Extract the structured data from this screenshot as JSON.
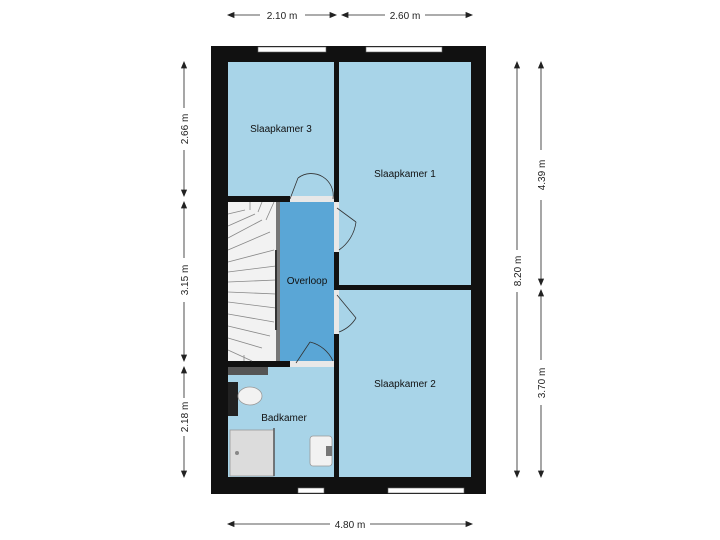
{
  "colors": {
    "wall": "#111111",
    "room_fill": "#a8d4e8",
    "hall_fill": "#5aa6d6",
    "window": "#ffffff",
    "dim_line": "#222222",
    "fixture": "#dcdcdc"
  },
  "rooms": {
    "slaapkamer3": "Slaapkamer 3",
    "slaapkamer1": "Slaapkamer 1",
    "slaapkamer2": "Slaapkamer 2",
    "overloop": "Overloop",
    "badkamer": "Badkamer"
  },
  "dimensions": {
    "top_left": "2.10 m",
    "top_right": "2.60 m",
    "bottom": "4.80 m",
    "left_top": "2.66 m",
    "left_mid": "3.15 m",
    "left_bottom": "2.18 m",
    "right_total": "8.20 m",
    "right_top": "4.39 m",
    "right_bottom": "3.70 m"
  },
  "icons": [
    "staircase-icon",
    "toilet-icon",
    "shower-icon",
    "sink-icon",
    "door-swing-icon",
    "window-icon"
  ]
}
